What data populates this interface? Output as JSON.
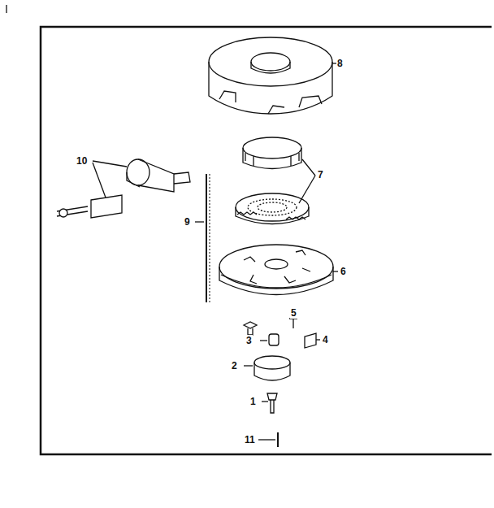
{
  "diagram": {
    "labels": [
      "8",
      "10",
      "7",
      "9",
      "6",
      "5",
      "3",
      "4",
      "2",
      "1",
      "11"
    ]
  }
}
